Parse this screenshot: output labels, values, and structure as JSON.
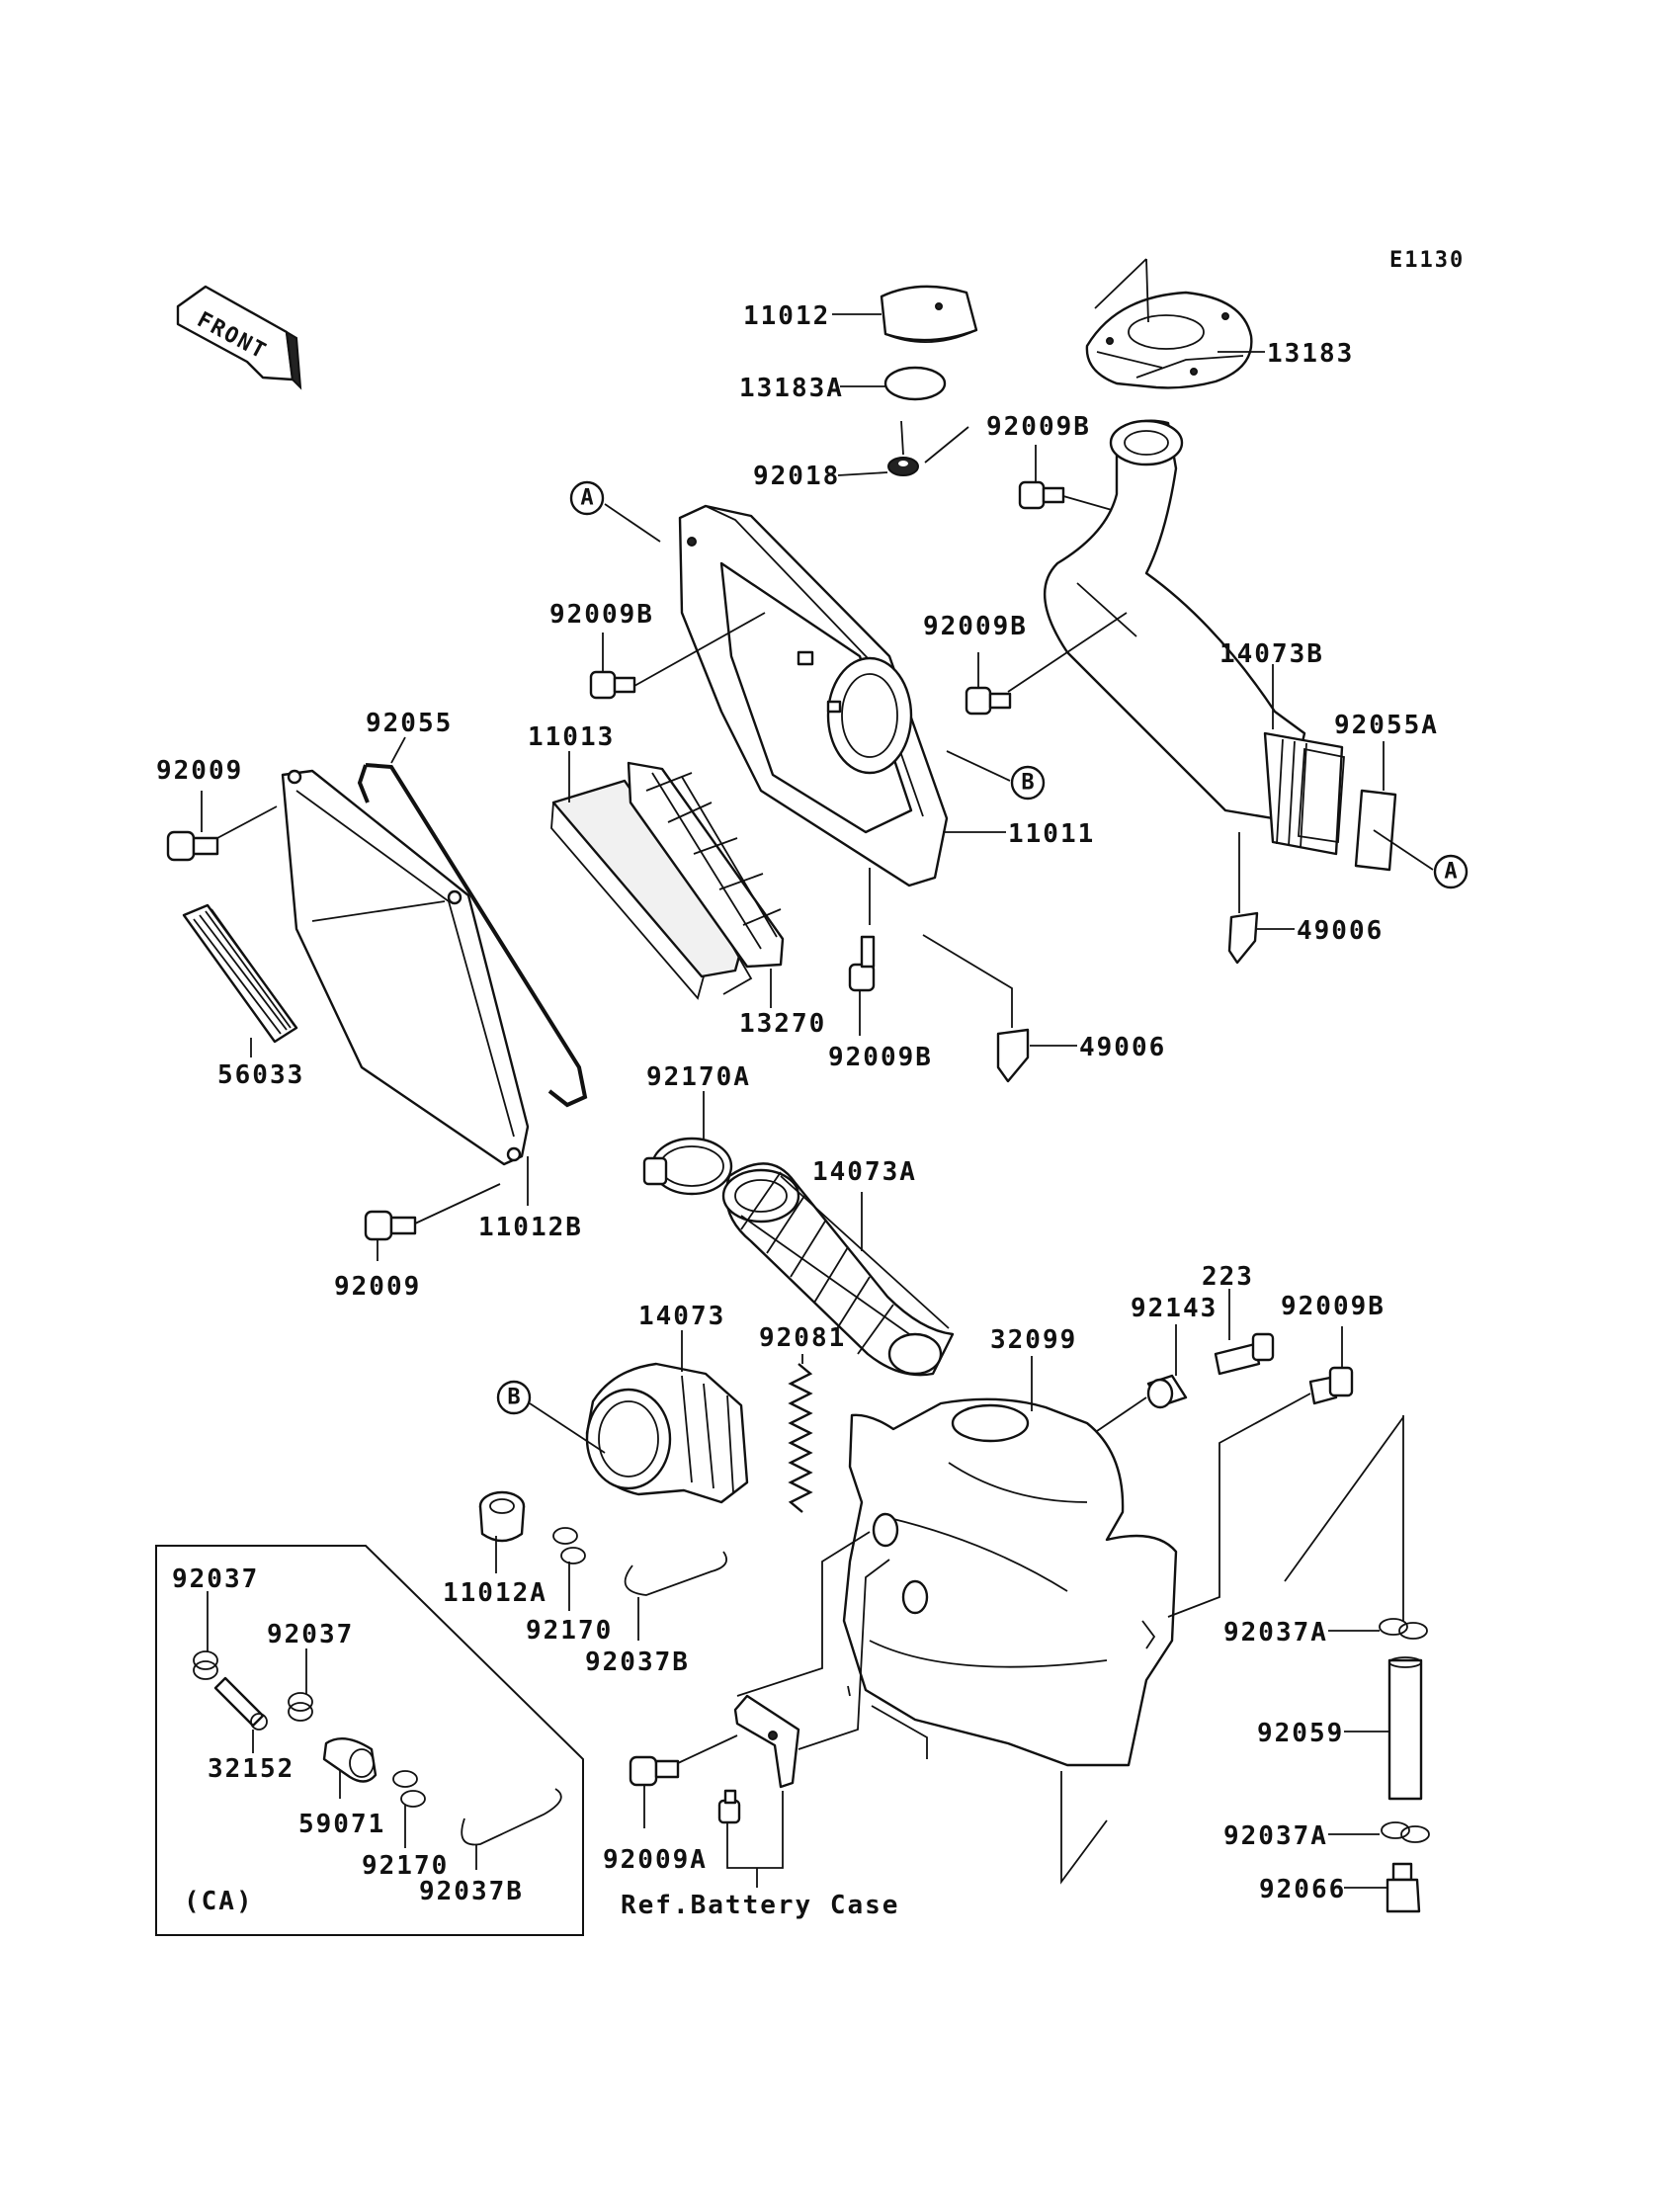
{
  "diagram_code": "E1130",
  "front_label": "FRONT",
  "callouts": {
    "p11012": "11012",
    "p13183A": "13183A",
    "p13183": "13183",
    "p92018": "92018",
    "p92009B_top": "92009B",
    "p92009B_a": "92009B",
    "p92009B_b": "92009B",
    "p92009B_c": "92009B",
    "p92009B_d": "92009B",
    "p14073B": "14073B",
    "p92055A": "92055A",
    "p92055": "92055",
    "p92009_a": "92009",
    "p92009_b": "92009",
    "p11013": "11013",
    "p11011": "11011",
    "p49006_a": "49006",
    "p49006_b": "49006",
    "p56033": "56033",
    "p13270": "13270",
    "p92170A": "92170A",
    "p14073A": "14073A",
    "p11012B": "11012B",
    "p14073": "14073",
    "p92081": "92081",
    "p32099": "32099",
    "p92143": "92143",
    "p223": "223",
    "p11012A": "11012A",
    "p92170_a": "92170",
    "p92170_b": "92170",
    "p92037B_a": "92037B",
    "p92037B_b": "92037B",
    "p92037_a": "92037",
    "p92037_b": "92037",
    "p32152": "32152",
    "p59071": "59071",
    "p92009A": "92009A",
    "p92037A_a": "92037A",
    "p92037A_b": "92037A",
    "p92059": "92059",
    "p92066": "92066"
  },
  "refs": {
    "A": "A",
    "B": "B"
  },
  "inset_label": "(CA)",
  "ref_note": "Ref.Battery Case"
}
